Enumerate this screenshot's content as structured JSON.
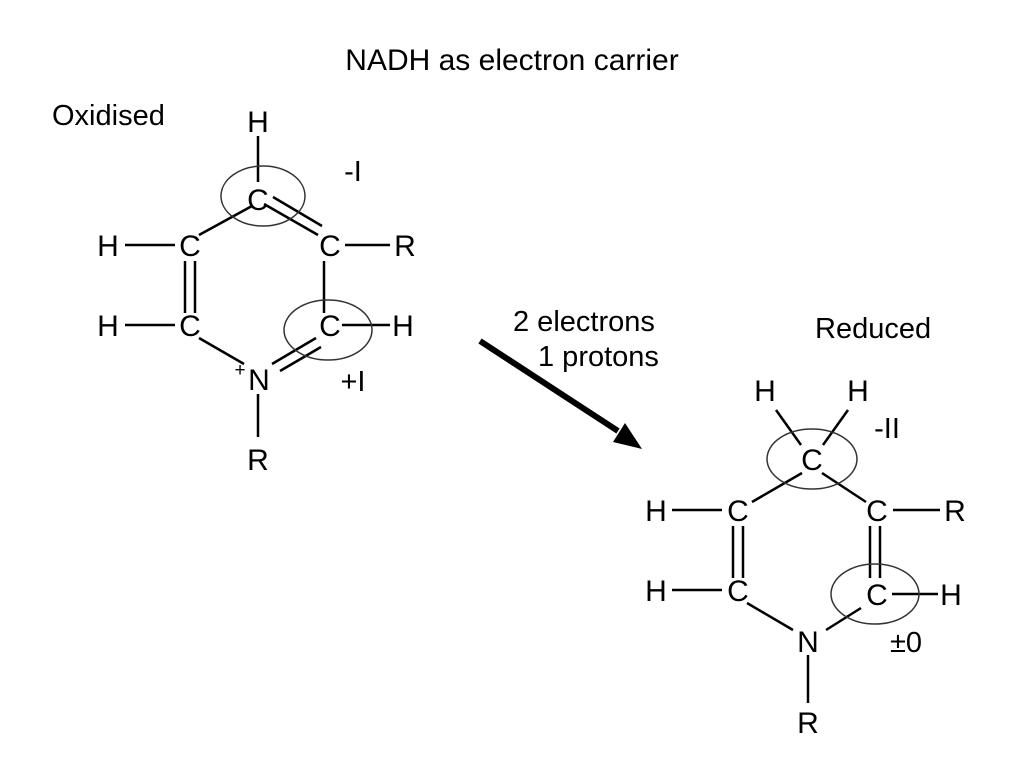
{
  "title": "NADH as electron carrier",
  "oxidised": {
    "label": "Oxidised",
    "atoms": {
      "h_top": "H",
      "c_top": "C",
      "c_left_upper": "C",
      "h_left_upper": "H",
      "c_right_upper": "C",
      "r_right": "R",
      "c_left_lower": "C",
      "h_left_lower": "H",
      "c_right_lower": "C",
      "h_right_lower": "H",
      "n": "N",
      "n_charge": "+",
      "r_bottom": "R"
    },
    "oxidation_states": {
      "top": "-I",
      "right": "+I"
    }
  },
  "transfer": {
    "line1": "2 electrons",
    "line2": "1 protons"
  },
  "reduced": {
    "label": "Reduced",
    "atoms": {
      "h_top_left": "H",
      "h_top_right": "H",
      "c_top": "C",
      "c_left_upper": "C",
      "h_left_upper": "H",
      "c_right_upper": "C",
      "r_right": "R",
      "c_left_lower": "C",
      "h_left_lower": "H",
      "c_right_lower": "C",
      "h_right_lower": "H",
      "n": "N",
      "r_bottom": "R"
    },
    "oxidation_states": {
      "top": "-II",
      "right": "±0"
    }
  }
}
